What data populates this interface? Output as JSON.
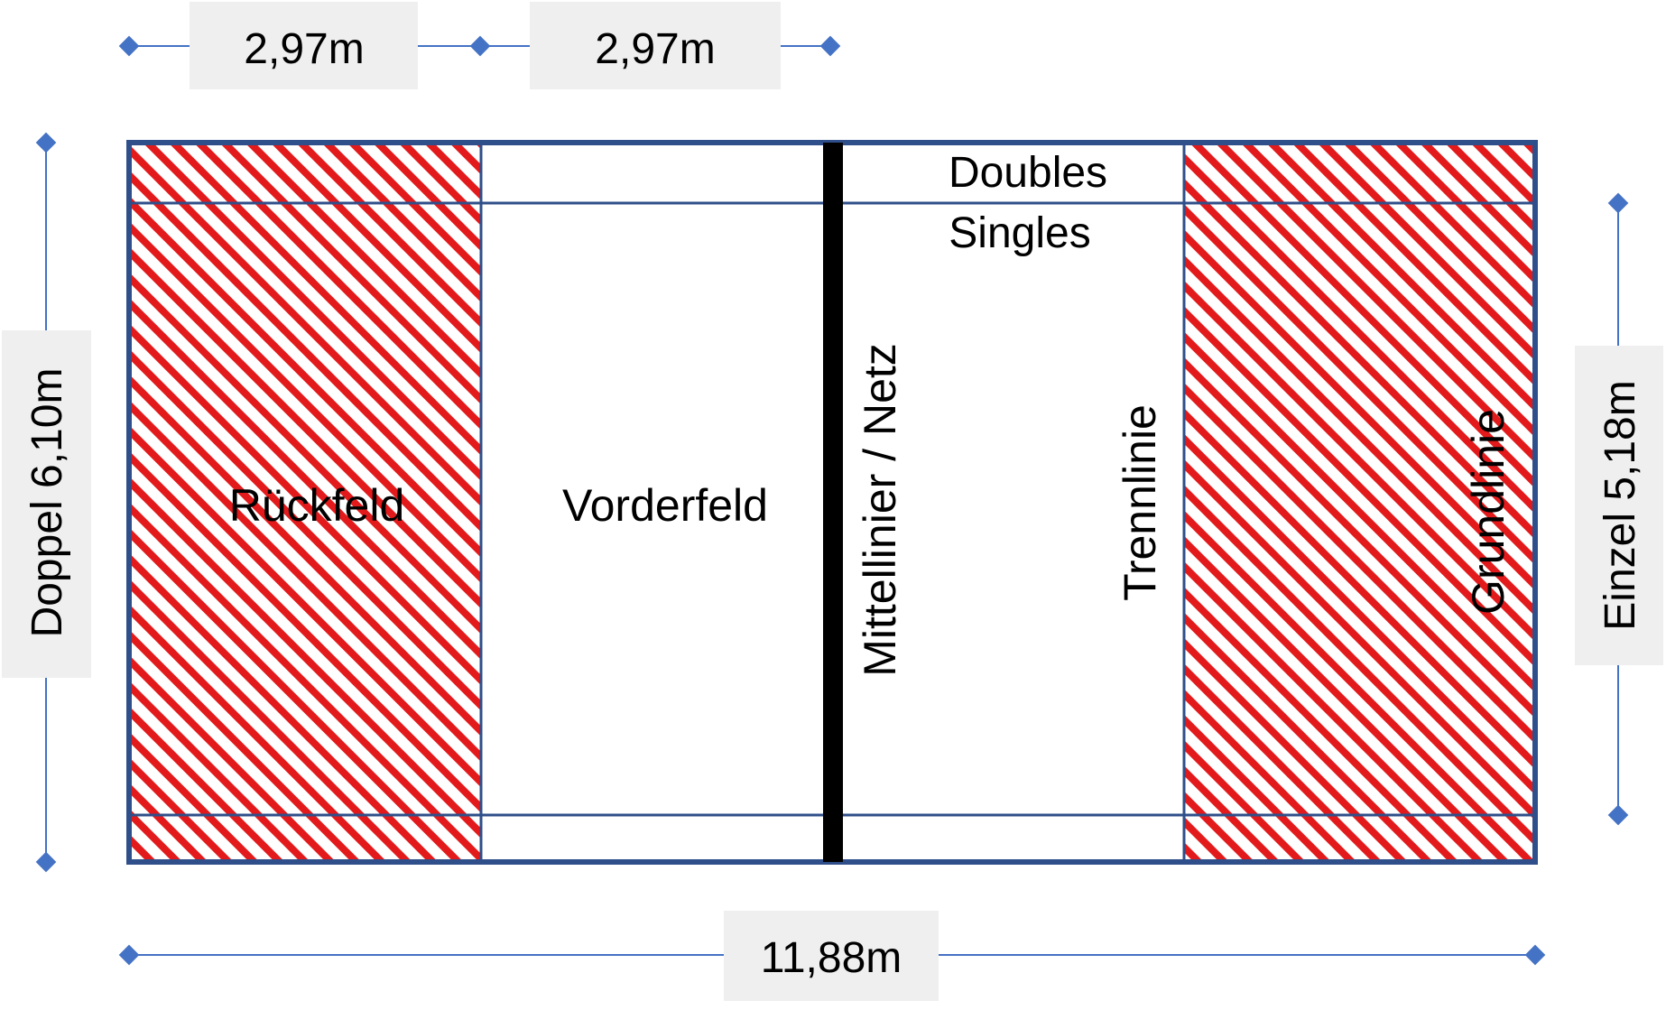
{
  "dimensions": {
    "front_zone_width": "2,97m",
    "back_zone_width": "2,97m",
    "total_length": "11,88m",
    "doubles_width": "Doppel 6,10m",
    "singles_width": "Einzel 5,18m"
  },
  "zones": {
    "back_court": "Rückfeld",
    "front_court": "Vorderfeld"
  },
  "lines": {
    "net": "Mittellinier / Netz",
    "doubles": "Doubles",
    "singles": "Singles",
    "dividing_line": "Trennlinie",
    "baseline": "Grundlinie"
  },
  "colors": {
    "court_line": "#2f4f8a",
    "hatch": "#e31a1c",
    "net": "#000000",
    "marker": "#4472c4",
    "label_box": "#efefef"
  },
  "icons": {
    "dimension_marker": "diamond-marker-icon"
  }
}
